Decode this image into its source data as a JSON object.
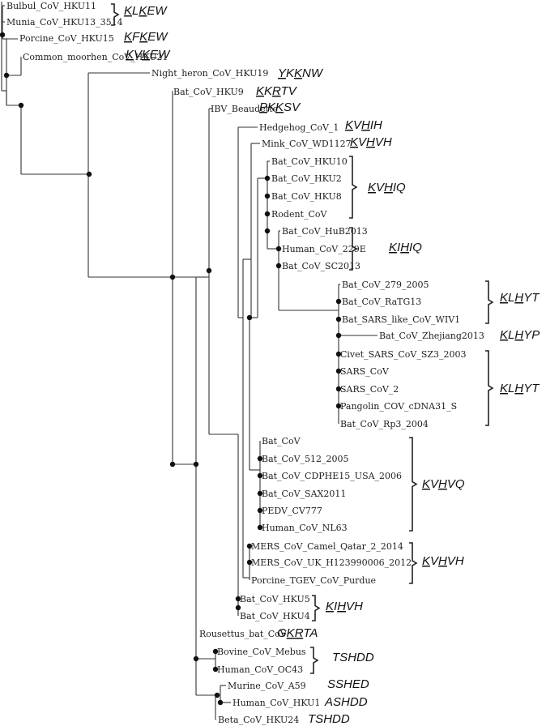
{
  "taxa": [
    "Bulbul_CoV_HKU11",
    "Munia_CoV_HKU13_3514",
    "Porcine_CoV_HKU15",
    "Common_moorhen_CoV_HKU21",
    "Night_heron_CoV_HKU19",
    "Bat_CoV_HKU9",
    "IBV_Beaudette",
    "Hedgehog_CoV_1",
    "Mink_CoV_WD1127",
    "Bat_CoV_HKU10",
    "Bat_CoV_HKU2",
    "Bat_CoV_HKU8",
    "Rodent_CoV",
    "Bat_CoV_HuB2013",
    "Human_CoV_229E",
    "Bat_CoV_SC2013",
    "Bat_CoV_279_2005",
    "Bat_CoV_RaTG13",
    "Bat_SARS_like_CoV_WIV1",
    "Bat_CoV_Zhejiang2013",
    "Civet_SARS_CoV_SZ3_2003",
    "SARS_CoV",
    "SARS_CoV_2",
    "Pangolin_COV_cDNA31_S",
    "Bat_CoV_Rp3_2004",
    "Bat_CoV",
    "Bat_CoV_512_2005",
    "Bat_CoV_CDPHE15_USA_2006",
    "Bat_CoV_SAX2011",
    "PEDV_CV777",
    "Human_CoV_NL63",
    "MERS_CoV_Camel_Qatar_2_2014",
    "MERS_CoV_UK_H123990006_2012",
    "Porcine_TGEV_CoV_Purdue",
    "Bat_CoV_HKU5",
    "Bat_CoV_HKU4",
    "Rousettus_bat_CoV",
    "Bovine_CoV_Mebus",
    "Human_CoV_OC43",
    "Murine_CoV_A59",
    "Human_CoV_HKU1",
    "Beta_CoV_HKU24"
  ],
  "motifs": [
    {
      "text": "KLKEW",
      "underlined": [
        0,
        2
      ]
    },
    {
      "text": "KFKEW",
      "underlined": [
        0,
        2
      ]
    },
    {
      "text": "KVKEW",
      "underlined": [
        0,
        2
      ]
    },
    {
      "text": "YKKNW",
      "underlined": [
        0,
        2
      ]
    },
    {
      "text": "KKRTV",
      "underlined": [
        0,
        2
      ]
    },
    {
      "text": "PKKSV",
      "underlined": [
        0,
        2
      ]
    },
    {
      "text": "KVHIH",
      "underlined": [
        0,
        2
      ]
    },
    {
      "text": "KVHVH",
      "underlined": [
        0,
        2
      ]
    },
    {
      "text": "KVHIQ",
      "underlined": [
        0,
        2
      ]
    },
    {
      "text": "KIHIQ",
      "underlined": [
        0,
        2
      ]
    },
    {
      "text": "KLHYT",
      "underlined": [
        0,
        2
      ]
    },
    {
      "text": "KLHYP",
      "underlined": [
        0,
        2
      ]
    },
    {
      "text": "KLHYT",
      "underlined": [
        0,
        2
      ]
    },
    {
      "text": "KVHVQ",
      "underlined": [
        0,
        2
      ]
    },
    {
      "text": "KVHVH",
      "underlined": [
        0,
        2
      ]
    },
    {
      "text": "KIHVH",
      "underlined": [
        0,
        2
      ]
    },
    {
      "text": "GKRTA",
      "underlined": [
        1,
        2
      ]
    },
    {
      "text": "TSHDD",
      "underlined": []
    },
    {
      "text": "SSHED",
      "underlined": []
    },
    {
      "text": "ASHDD",
      "underlined": []
    },
    {
      "text": "TSHDD",
      "underlined": []
    }
  ]
}
